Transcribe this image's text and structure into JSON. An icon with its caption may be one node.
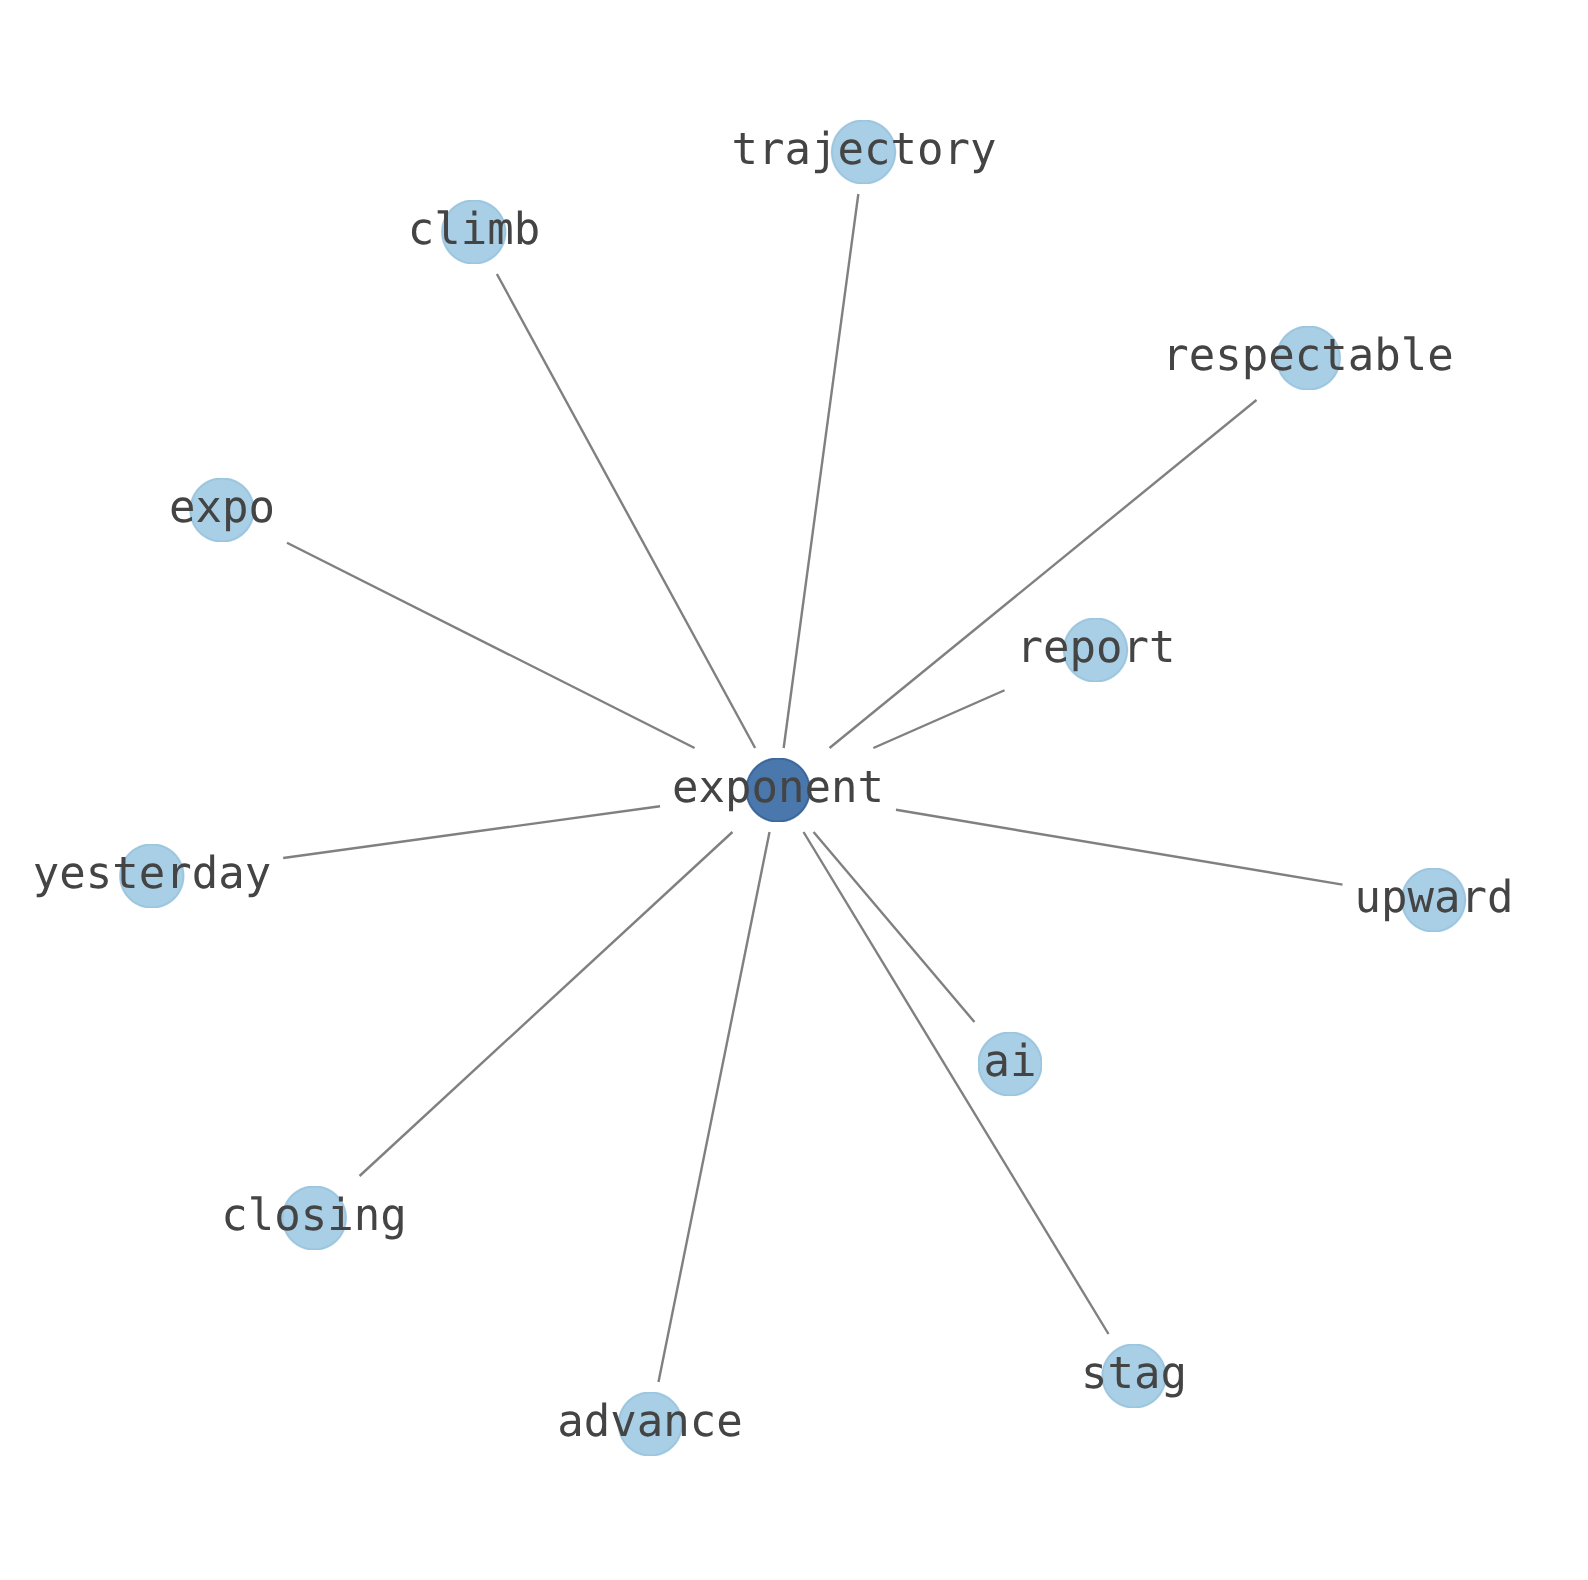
{
  "diagram": {
    "nodes": [
      {
        "text": [
          "trajectory"
        ]
      },
      {
        "text": [
          "climb"
        ]
      },
      {
        "text": [
          "respectable"
        ]
      },
      {
        "text": [
          "expo"
        ]
      },
      {
        "text": [
          "report"
        ]
      },
      {
        "text": [
          "exponent"
        ]
      },
      {
        "text": [
          "yesterday"
        ]
      },
      {
        "text": [
          "upward"
        ]
      },
      {
        "text": [
          "ai"
        ]
      },
      {
        "text": [
          "closing"
        ]
      },
      {
        "text": [
          "stag"
        ]
      },
      {
        "text": [
          "advance"
        ]
      }
    ],
    "edges": [
      {
        "from": 5,
        "to": 0,
        "arrow": "none"
      },
      {
        "from": 5,
        "to": 1,
        "arrow": "none"
      },
      {
        "from": 5,
        "to": 2,
        "arrow": "none"
      },
      {
        "from": 5,
        "to": 3,
        "arrow": "none"
      },
      {
        "from": 5,
        "to": 4,
        "arrow": "none"
      },
      {
        "from": 5,
        "to": 6,
        "arrow": "none"
      },
      {
        "from": 5,
        "to": 7,
        "arrow": "none"
      },
      {
        "from": 5,
        "to": 8,
        "arrow": "none"
      },
      {
        "from": 5,
        "to": 9,
        "arrow": "none"
      },
      {
        "from": 5,
        "to": 10,
        "arrow": "none"
      },
      {
        "from": 5,
        "to": 11,
        "arrow": "none"
      }
    ]
  }
}
